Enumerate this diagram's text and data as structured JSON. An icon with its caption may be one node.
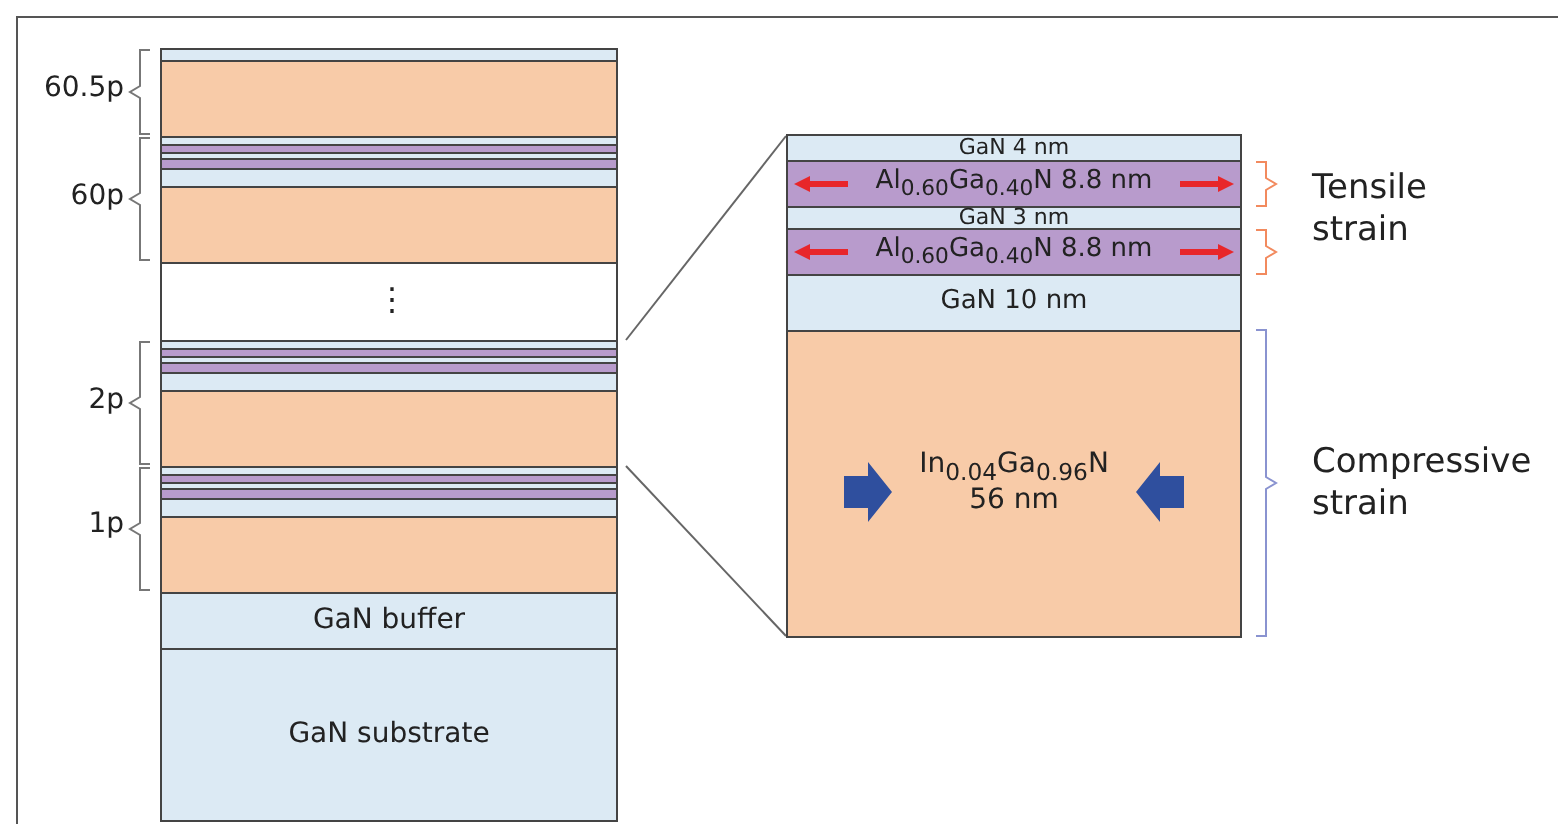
{
  "diagram": {
    "nodes": [
      {
        "text": [
          "GaN buffer"
        ]
      },
      {
        "text": [
          "GaN substrate"
        ]
      },
      {
        "text": [
          "GaN 4 nm"
        ]
      },
      {
        "text": [
          "Al$_{0.60}$Ga$_{0.40}$N 8.8 nm"
        ]
      },
      {
        "text": [
          "GaN 3 nm"
        ]
      },
      {
        "text": [
          "Al$_{0.60}$Ga$_{0.40}$N 8.8 nm"
        ]
      },
      {
        "text": [
          "GaN 10 nm"
        ]
      },
      {
        "text": [
          "In$_{0.04}$Ga$_{0.96}$N 56 nm"
        ]
      }
    ],
    "edges": [],
    "labels": [
      "60.5p",
      "60p",
      "⋮",
      "2p",
      "1p",
      "Tensile strain",
      "Compressive strain"
    ]
  }
}
